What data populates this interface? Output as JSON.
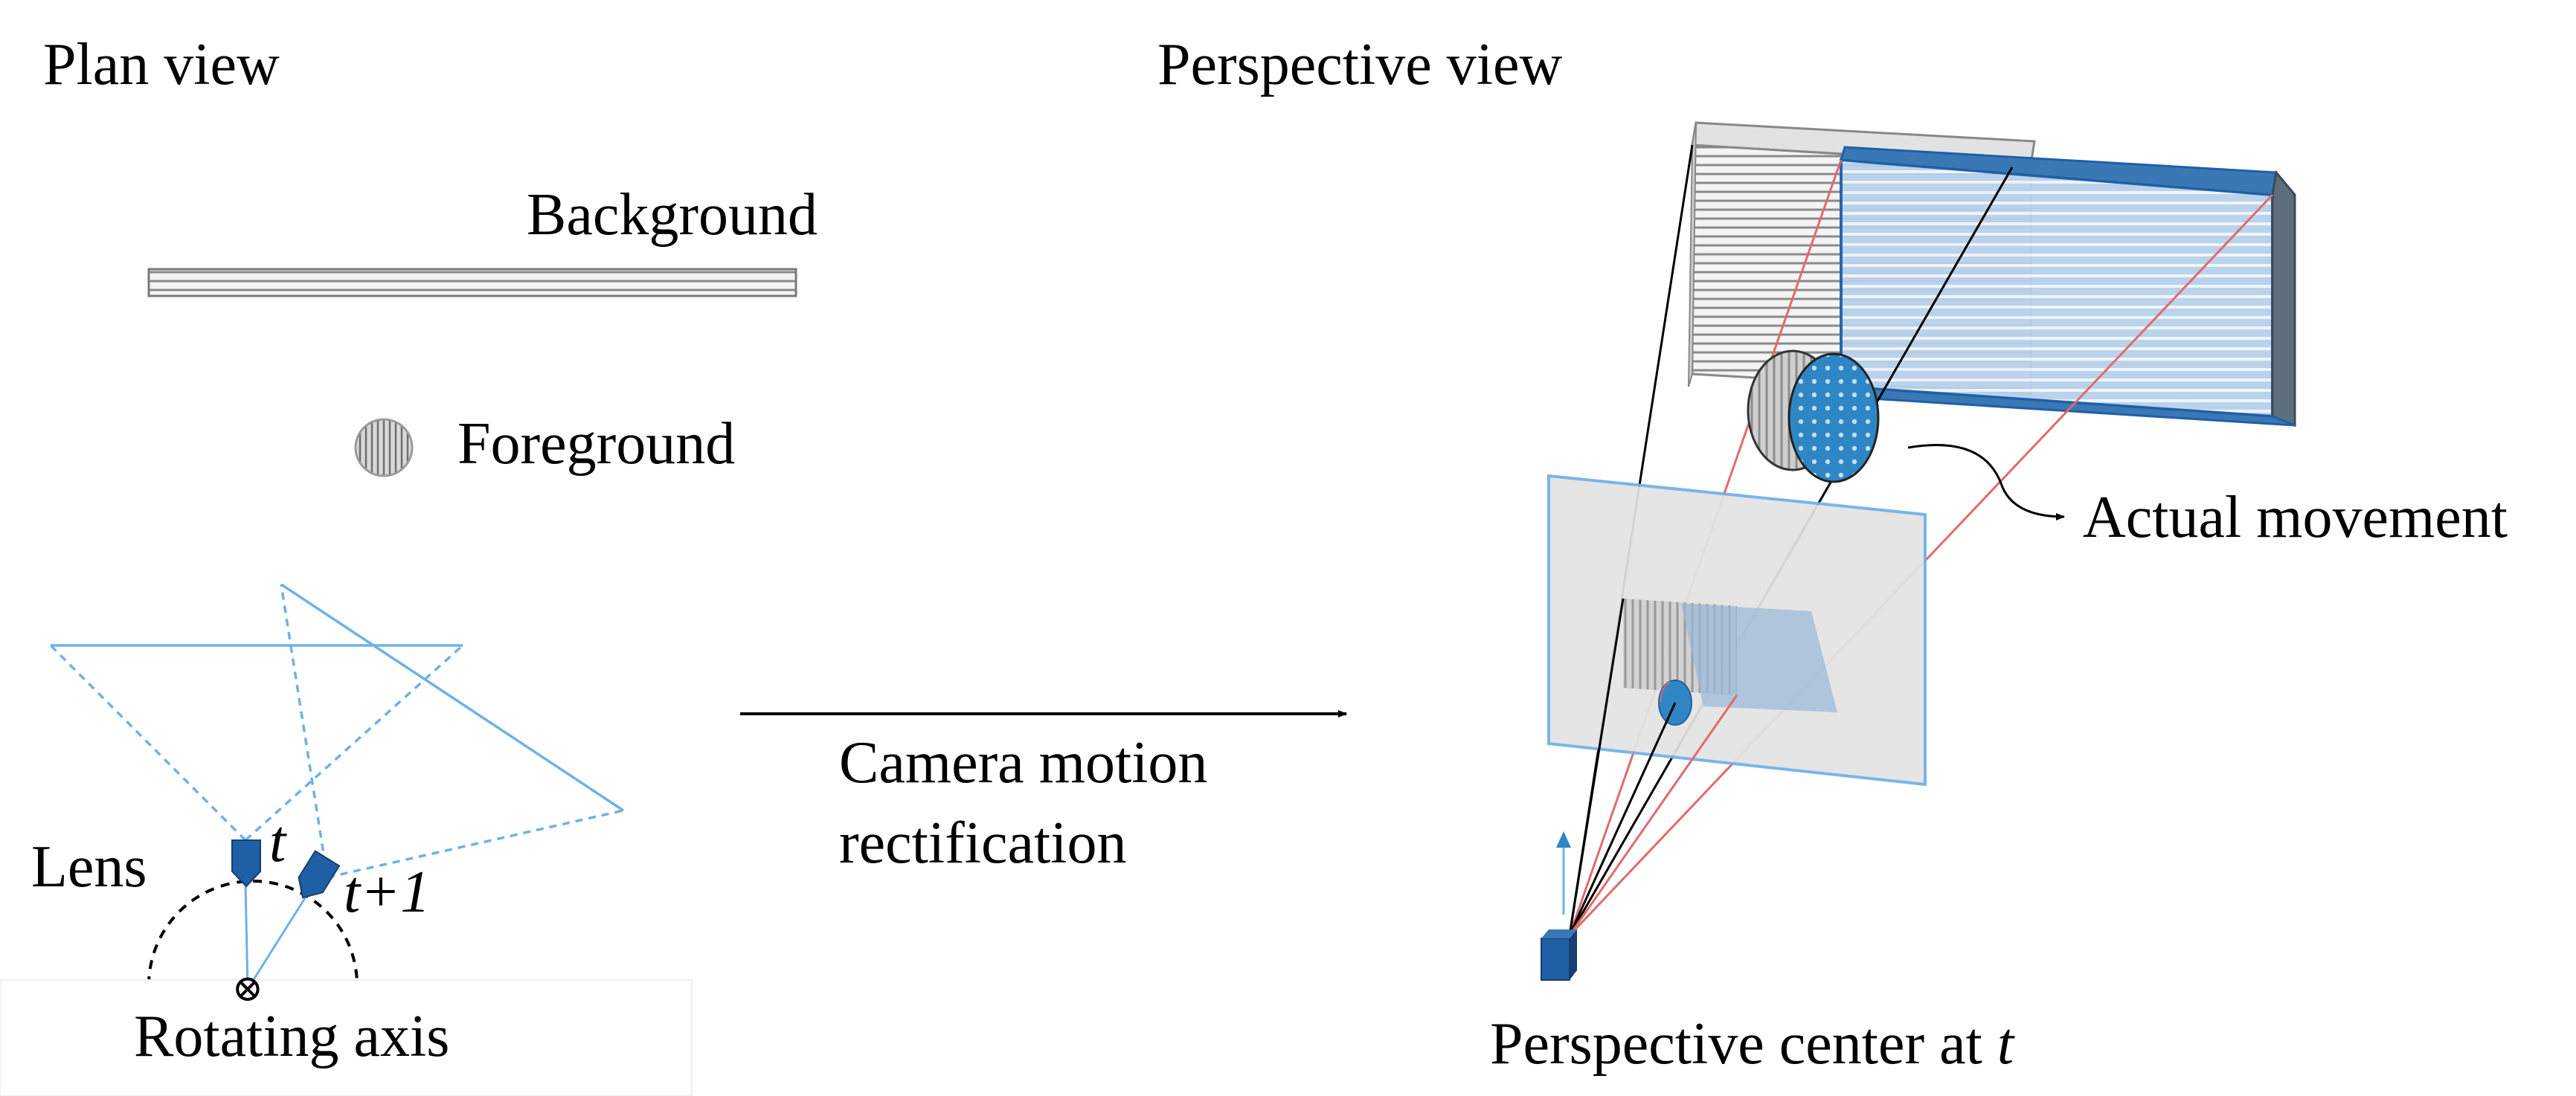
{
  "plan": {
    "title": "Plan view",
    "background_label": "Background",
    "foreground_label": "Foreground",
    "lens_label": "Lens",
    "t_label": "t",
    "t1_label": "t+1",
    "axis_symbol": "⊗",
    "axis_label": "Rotating axis"
  },
  "arrow": {
    "line1": "Camera motion",
    "line2": "rectification"
  },
  "perspective": {
    "title": "Perspective view",
    "movement_label": "Actual movement",
    "center_label_prefix": "Perspective center at ",
    "center_label_var": "t"
  },
  "colors": {
    "camera_blue": "#1f5fa6",
    "frustum_blue": "#6fb1e6",
    "ray_red": "#e26a6a",
    "panel_blue": "#3a78b5",
    "image_plane": "#e4e4e4"
  }
}
